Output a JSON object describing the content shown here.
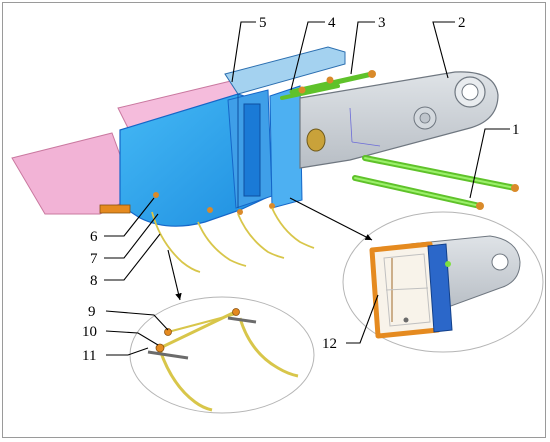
{
  "figure": {
    "labels": [
      "1",
      "2",
      "3",
      "4",
      "5",
      "6",
      "7",
      "8",
      "9",
      "10",
      "11",
      "12"
    ]
  },
  "colors": {
    "background": "#ffffff",
    "frame_border": "#9a9a9a",
    "hopper_blue": "#2aa7f0",
    "hopper_dark_blue": "#1566c8",
    "chute_pink": "#f2a6cf",
    "arm_grey": "#cfd4da",
    "rod_green": "#7ee03f",
    "tine_yellow": "#e7d24a",
    "frame_orange": "#e58a1f",
    "callout_ellipse": "#b5b5b5",
    "leader_line": "#000000"
  },
  "icons": [
    "main-machine-3d-view",
    "tine-assembly-detail-view",
    "frame-assembly-detail-view"
  ]
}
